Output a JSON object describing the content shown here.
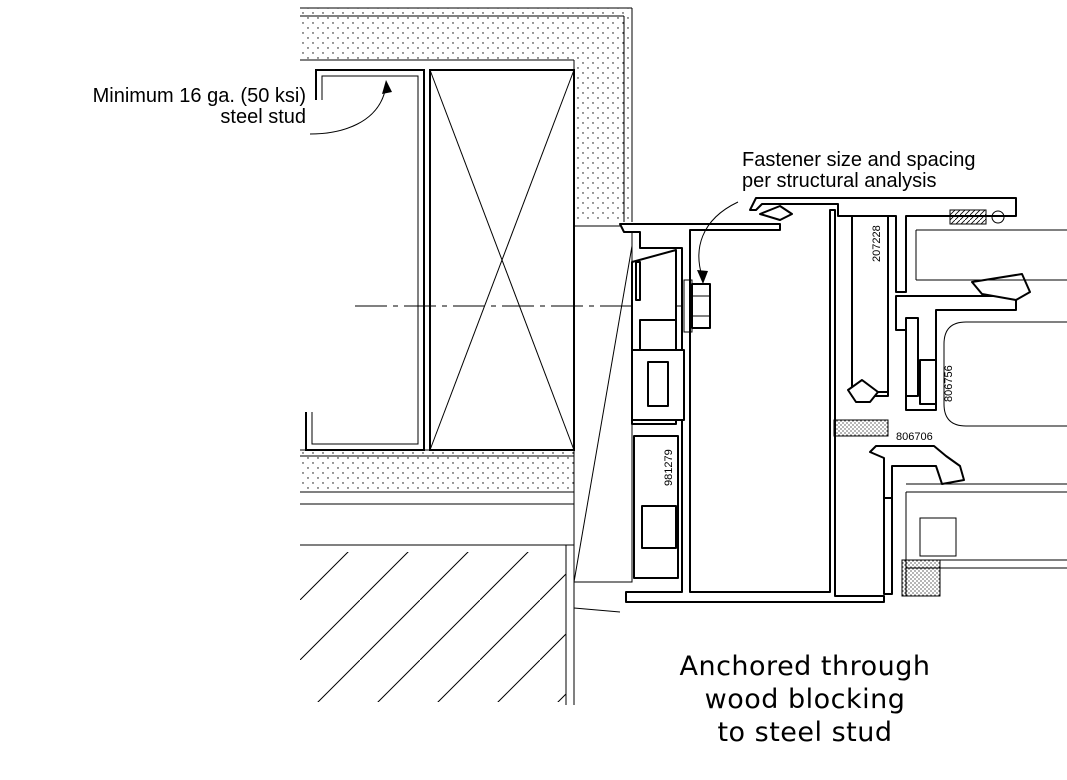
{
  "notes": {
    "stud_line1": "Minimum 16 ga. (50 ksi)",
    "stud_line2": "steel stud",
    "fastener_line1": "Fastener size and spacing",
    "fastener_line2": "per structural analysis"
  },
  "title": {
    "line1": "Anchored through",
    "line2": "wood blocking",
    "line3": "to steel stud"
  },
  "part_numbers": {
    "p1": "207228",
    "p2": "806756",
    "p3": "806706",
    "p4": "981279"
  }
}
